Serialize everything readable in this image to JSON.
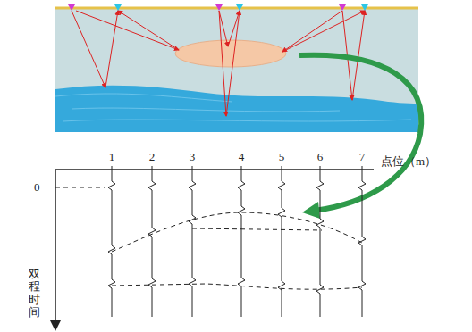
{
  "diagram": {
    "labels": [
      "1",
      "2",
      "3",
      "4",
      "5",
      "6",
      "7",
      "点位（m）",
      "0",
      "双程时间"
    ]
  }
}
